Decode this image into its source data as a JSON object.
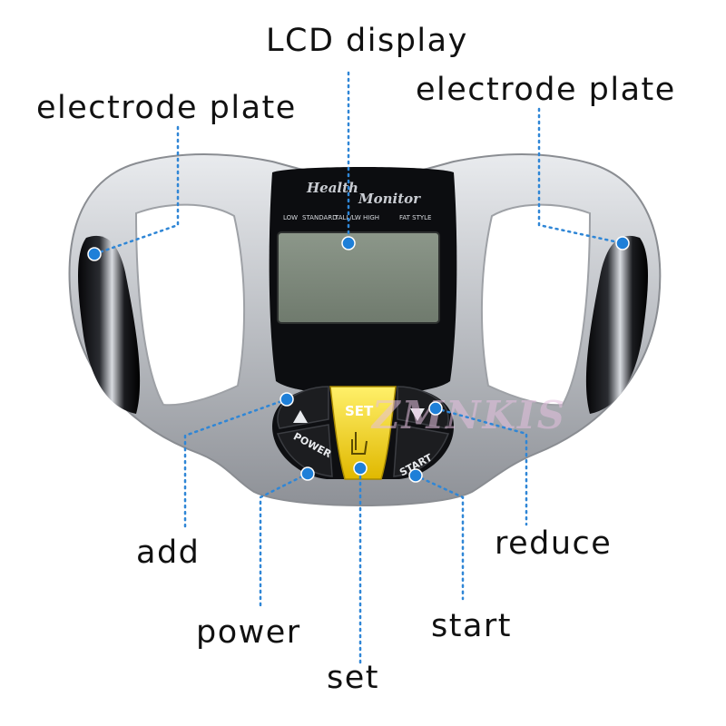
{
  "labels": {
    "lcd_display": "LCD display",
    "electrode_left": "electrode plate",
    "electrode_right": "electrode plate",
    "add": "add",
    "power": "power",
    "set": "set",
    "reduce": "reduce",
    "start": "start"
  },
  "device": {
    "brand_line1": "Health",
    "brand_line2": "Monitor",
    "scale_low": "LOW",
    "scale_standard": "STANDARD",
    "scale_tall": "TALL/LW",
    "scale_high": "HIGH",
    "fat_style": "FAT STYLE",
    "btn_set": "SET",
    "btn_power": "POWER",
    "btn_start": "START",
    "watermark": "ZMNKIS"
  },
  "colors": {
    "dot": "#1e7fd8",
    "body": "#b9bcc1",
    "button_dark": "#1c1d20",
    "button_set": "#f2d51e",
    "lcd": "#7f8a7c"
  }
}
